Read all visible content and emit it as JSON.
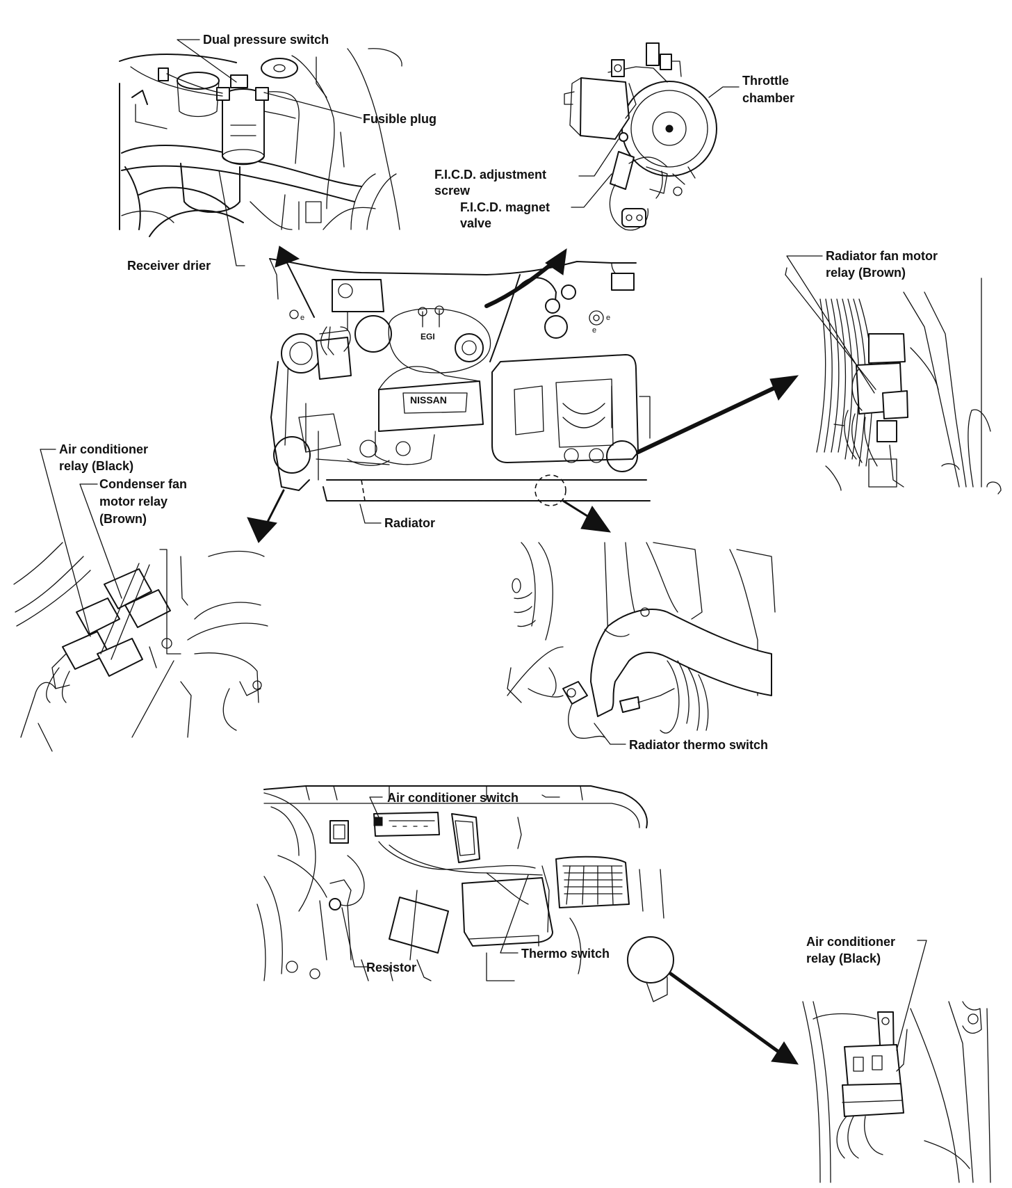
{
  "labels": {
    "dual_pressure_switch": "Dual pressure switch",
    "fusible_plug": "Fusible plug",
    "receiver_drier": "Receiver drier",
    "throttle_chamber_1": "Throttle",
    "throttle_chamber_2": "chamber",
    "ficd_adjust_1": "F.I.C.D. adjustment",
    "ficd_adjust_2": "screw",
    "ficd_magnet_1": "F.I.C.D. magnet",
    "ficd_magnet_2": "valve",
    "rad_fan_relay_1": "Radiator fan motor",
    "rad_fan_relay_2": "relay (Brown)",
    "ac_relay_left_1": "Air conditioner",
    "ac_relay_left_2": "relay (Black)",
    "cond_fan_relay_1": "Condenser fan",
    "cond_fan_relay_2": "motor relay",
    "cond_fan_relay_3": "(Brown)",
    "radiator": "Radiator",
    "radiator_thermo_switch": "Radiator thermo switch",
    "ac_switch": "Air conditioner switch",
    "resistor": "Resistor",
    "thermo_switch": "Thermo switch",
    "ac_relay_right_1": "Air conditioner",
    "ac_relay_right_2": "relay (Black)"
  },
  "engine": {
    "badge_egi": "EGI",
    "badge_nissan": "NISSAN"
  }
}
